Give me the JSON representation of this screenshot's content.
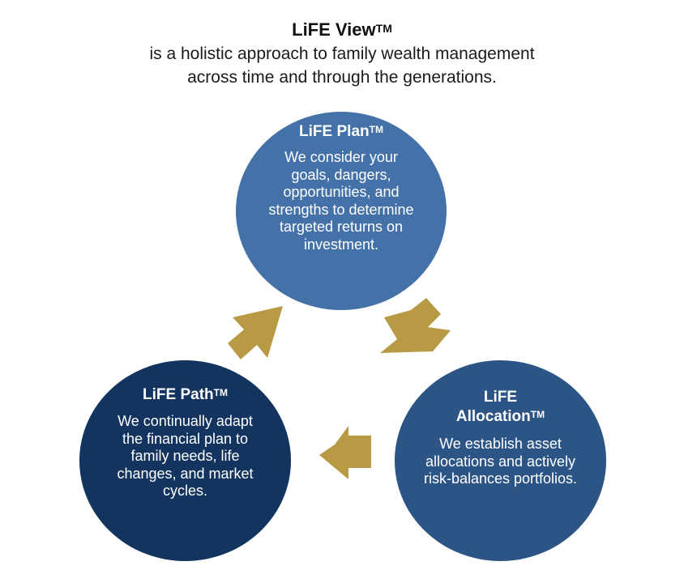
{
  "header": {
    "title": "LiFE View",
    "title_mark": "TM",
    "subtitle_line1": "is a holistic approach to family wealth management",
    "subtitle_line2": "across time and through the generations."
  },
  "circles": {
    "plan": {
      "title": "LiFE Plan",
      "mark": "TM",
      "body": "We consider your goals, dangers, opportunities, and strengths to determine targeted returns on investment.",
      "color": "#4472a8"
    },
    "path": {
      "title": "LiFE Path",
      "mark": "TM",
      "body": "We continually adapt the financial plan to family needs, life changes, and market cycles.",
      "color": "#13345f"
    },
    "allocation": {
      "title_line1": "LiFE",
      "title_line2": "Allocation",
      "mark": "TM",
      "body": "We establish asset allocations and actively risk-balances portfolios.",
      "color": "#2c5484"
    }
  },
  "arrows": {
    "color": "#b89a44",
    "icons": [
      "arrow-up-right-icon",
      "arrow-down-right-icon",
      "arrow-left-icon"
    ]
  }
}
